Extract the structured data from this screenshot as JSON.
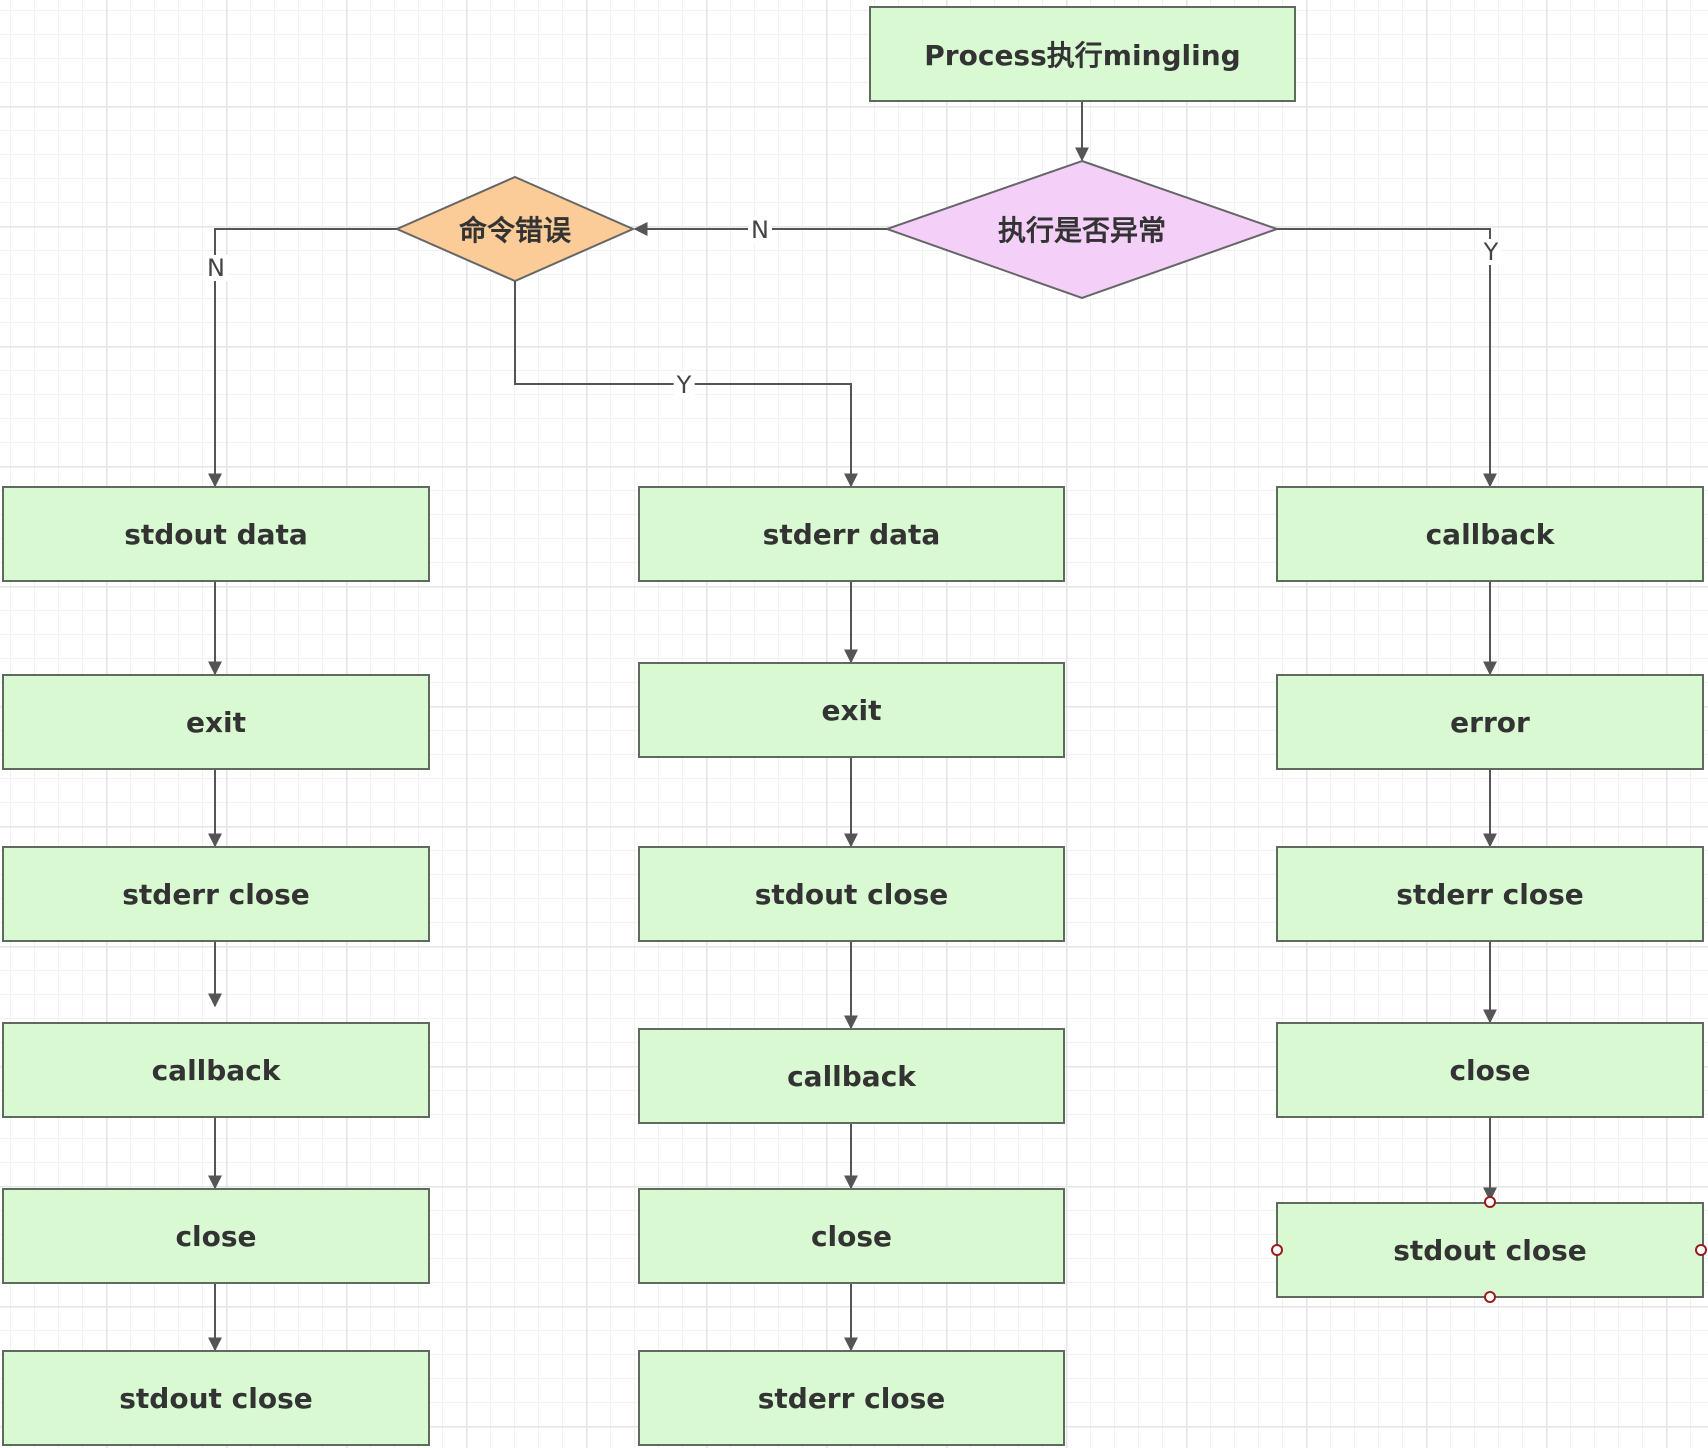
{
  "nodes": {
    "start": "Process执行mingling",
    "exec_abnormal": "执行是否异常",
    "command_error": "命令错误",
    "left": {
      "step1": "stdout data",
      "step2": "exit",
      "step3": "stderr close",
      "step4": "callback",
      "step5": "close",
      "step6": "stdout close"
    },
    "middle": {
      "step1": "stderr data",
      "step2": "exit",
      "step3": "stdout close",
      "step4": "callback",
      "step5": "close",
      "step6": "stderr close"
    },
    "right": {
      "step1": "callback",
      "step2": "error",
      "step3": "stderr close",
      "step4": "close",
      "step5": "stdout close"
    }
  },
  "edge_labels": {
    "abnormal_no": "N",
    "abnormal_yes": "Y",
    "cmd_error_no": "N",
    "cmd_error_yes": "Y"
  },
  "colors": {
    "process_fill": "#d9f9d2",
    "decision_exec_fill": "#f4d0f9",
    "decision_cmd_fill": "#fbcb98",
    "stroke": "#555555"
  }
}
